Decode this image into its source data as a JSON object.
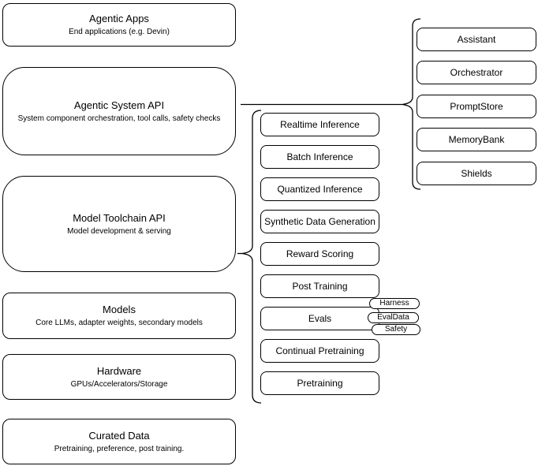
{
  "diagram": {
    "stack": [
      {
        "title": "Agentic Apps",
        "subtitle": "End applications (e.g. Devin)"
      },
      {
        "title": "Agentic System API",
        "subtitle": "System component orchestration, tool calls, safety checks"
      },
      {
        "title": "Model Toolchain API",
        "subtitle": "Model development & serving"
      },
      {
        "title": "Models",
        "subtitle": "Core LLMs, adapter weights, secondary models"
      },
      {
        "title": "Hardware",
        "subtitle": "GPUs/Accelerators/Storage"
      },
      {
        "title": "Curated Data",
        "subtitle": "Pretraining, preference, post training."
      }
    ],
    "toolchain_components": [
      "Realtime Inference",
      "Batch Inference",
      "Quantized Inference",
      "Synthetic Data Generation",
      "Reward Scoring",
      "Post Training",
      "Evals",
      "Continual Pretraining",
      "Pretraining"
    ],
    "eval_tags": [
      "Harness",
      "EvalData",
      "Safety"
    ],
    "system_components": [
      "Assistant",
      "Orchestrator",
      "PromptStore",
      "MemoryBank",
      "Shields"
    ],
    "colors": {
      "stroke": "#000000",
      "fill": "#ffffff",
      "background": "#ffffff",
      "text": "#000000"
    }
  }
}
